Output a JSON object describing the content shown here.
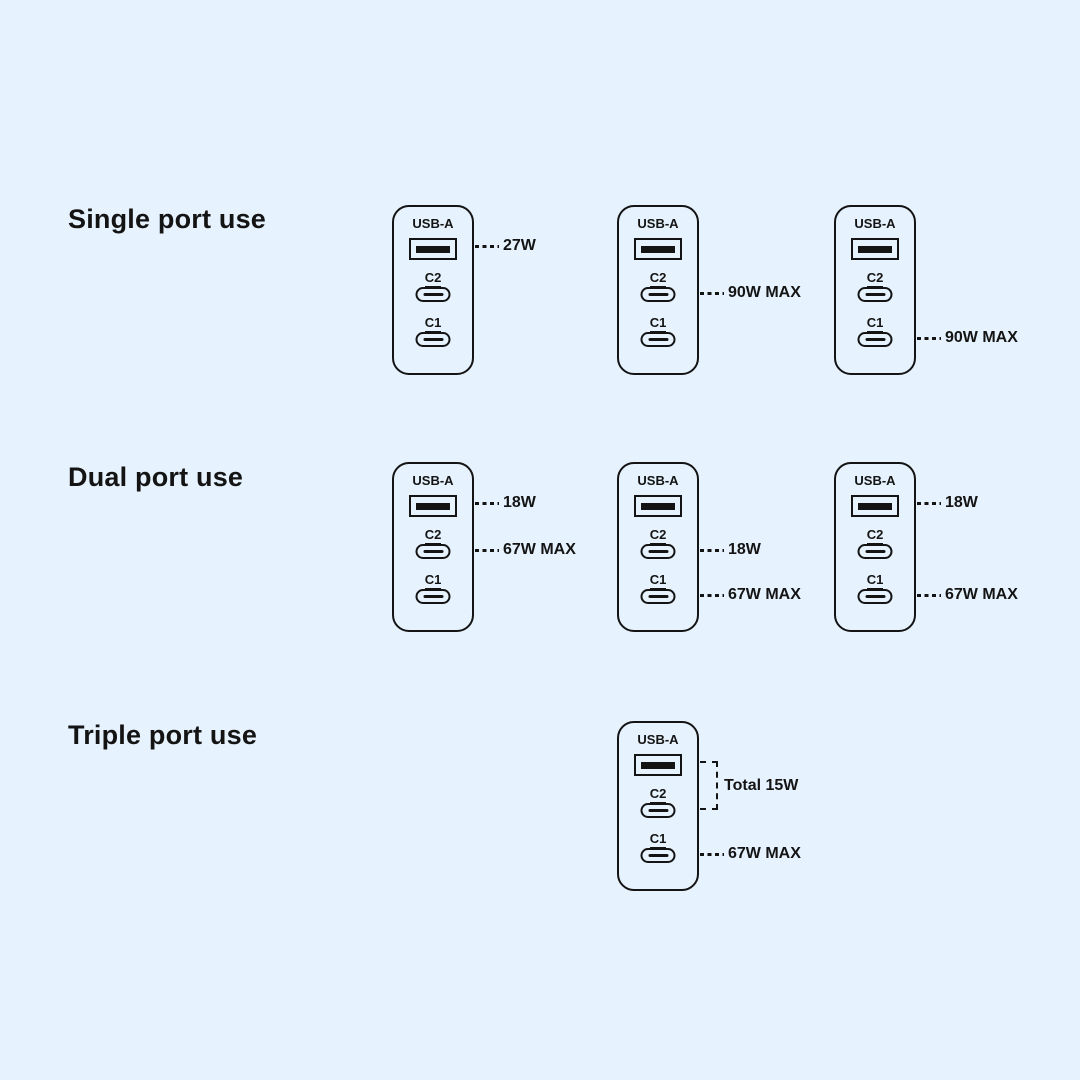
{
  "colors": {
    "background": "#e6f2fd",
    "ink": "#141414"
  },
  "ports": {
    "usb_a": "USB-A",
    "c2": "C2",
    "c1": "C1"
  },
  "sections": [
    {
      "heading": "Single port use",
      "chargers": [
        {
          "annotations": [
            {
              "port": "USB-A",
              "label": "27W"
            }
          ]
        },
        {
          "annotations": [
            {
              "port": "C2",
              "label": "90W MAX"
            }
          ]
        },
        {
          "annotations": [
            {
              "port": "C1",
              "label": "90W MAX"
            }
          ]
        }
      ]
    },
    {
      "heading": "Dual port use",
      "chargers": [
        {
          "annotations": [
            {
              "port": "USB-A",
              "label": "18W"
            },
            {
              "port": "C2",
              "label": "67W MAX"
            }
          ]
        },
        {
          "annotations": [
            {
              "port": "C2",
              "label": "18W"
            },
            {
              "port": "C1",
              "label": "67W MAX"
            }
          ]
        },
        {
          "annotations": [
            {
              "port": "USB-A",
              "label": "18W"
            },
            {
              "port": "C1",
              "label": "67W MAX"
            }
          ]
        }
      ]
    },
    {
      "heading": "Triple port use",
      "chargers": [
        {
          "annotations": [
            {
              "port": "USB-A + C2",
              "label": "Total 15W"
            },
            {
              "port": "C1",
              "label": "67W MAX"
            }
          ]
        }
      ]
    }
  ]
}
